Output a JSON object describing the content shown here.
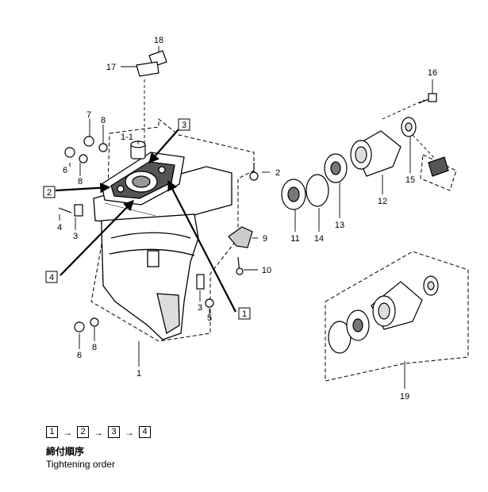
{
  "callouts": {
    "p1": "1",
    "p1_1": "1-1",
    "p2": "2",
    "p3a": "3",
    "p3b": "3",
    "p4": "4",
    "p5": "5",
    "p6a": "6",
    "p6b": "6",
    "p7": "7",
    "p8a": "8",
    "p8b": "8",
    "p8c": "8",
    "p9": "9",
    "p10": "10",
    "p11": "11",
    "p12": "12",
    "p13": "13",
    "p14": "14",
    "p15": "15",
    "p16": "16",
    "p17": "17",
    "p18": "18",
    "p19": "19"
  },
  "boxed_steps": {
    "s1": "1",
    "s2": "2",
    "s3": "3",
    "s4": "4"
  },
  "legend": {
    "order": [
      "1",
      "2",
      "3",
      "4"
    ],
    "arrow": "→",
    "label_jp": "締付順序",
    "label_en": "Tightening order"
  }
}
